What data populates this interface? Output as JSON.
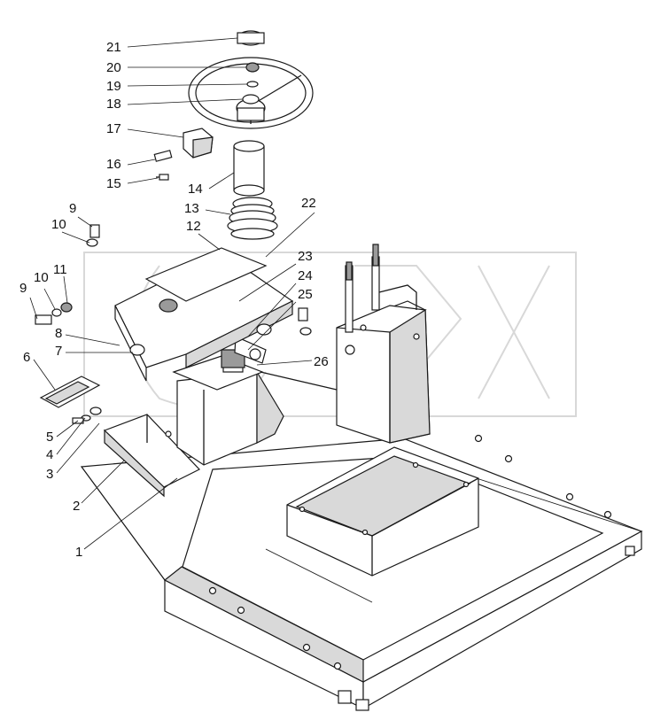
{
  "diagram": {
    "callouts": [
      {
        "num": "1"
      },
      {
        "num": "2"
      },
      {
        "num": "3"
      },
      {
        "num": "4"
      },
      {
        "num": "5"
      },
      {
        "num": "6"
      },
      {
        "num": "7"
      },
      {
        "num": "8"
      },
      {
        "num": "9"
      },
      {
        "num": "10"
      },
      {
        "num": "11"
      },
      {
        "num": "12"
      },
      {
        "num": "13"
      },
      {
        "num": "14"
      },
      {
        "num": "15"
      },
      {
        "num": "16"
      },
      {
        "num": "17"
      },
      {
        "num": "18"
      },
      {
        "num": "19"
      },
      {
        "num": "20"
      },
      {
        "num": "21"
      },
      {
        "num": "22"
      },
      {
        "num": "23"
      },
      {
        "num": "24"
      },
      {
        "num": "25"
      },
      {
        "num": "26"
      },
      {
        "num": "9"
      },
      {
        "num": "10"
      }
    ]
  }
}
